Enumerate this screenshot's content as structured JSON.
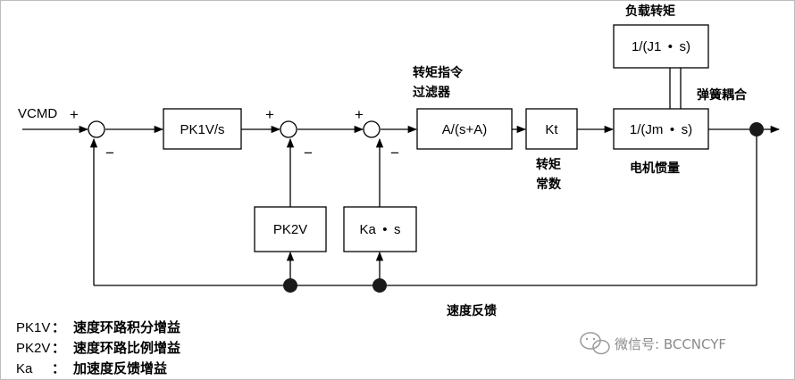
{
  "input_signal": "VCMD",
  "signs": {
    "plus": "+",
    "minus": "−"
  },
  "blocks": {
    "pk1v": "PK1V/s",
    "pk2v": "PK2V",
    "ka": "Ka • s",
    "filter": "A/(s+A)",
    "kt": "Kt",
    "motor": "1/(Jm • s)",
    "load": "1/(J1 • s)"
  },
  "labels": {
    "filter_line1": "转矩指令",
    "filter_line2": "过滤器",
    "kt_line1": "转矩",
    "kt_line2": "常数",
    "motor": "电机惯量",
    "load": "负载转矩",
    "coupling": "弹簧耦合",
    "feedback": "速度反馈"
  },
  "legend": [
    {
      "key": "PK1V",
      "sep": "：",
      "text": "速度环路积分增益"
    },
    {
      "key": "PK2V",
      "sep": "：",
      "text": "速度环路比例增益"
    },
    {
      "key": "Ka",
      "sep": "  ：",
      "text": "加速度反馈增益"
    }
  ],
  "watermark": "微信号: BCCNCYF"
}
